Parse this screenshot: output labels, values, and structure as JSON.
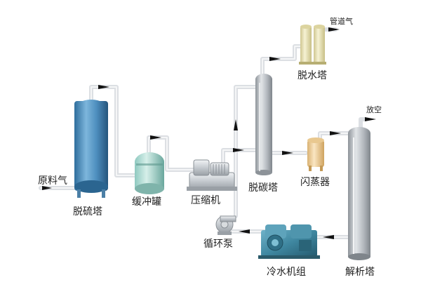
{
  "labels": {
    "feed_gas": "原料气",
    "desulfurization_tower": "脱硫塔",
    "buffer_tank": "缓冲罐",
    "compressor": "压缩机",
    "circulating_pump": "循环泵",
    "chiller_unit": "冷水机组",
    "decarbonization_tower": "脱碳塔",
    "dehydration_tower": "脱水塔",
    "pipeline_gas": "管道气",
    "flash_tank": "闪蒸器",
    "vent": "放空",
    "regeneration_tower": "解析塔"
  },
  "colors": {
    "desulfurization_tower": "#4e8fbf",
    "buffer_tank": "#6fb7ad",
    "tower_gray": "#b8bcc2",
    "pipe": "#dfe3e7",
    "dehydration_tower": "#e9e3b6",
    "flash_tank": "#f2d49f",
    "chiller_unit": "#3f87a0",
    "arrow": "#111111"
  }
}
